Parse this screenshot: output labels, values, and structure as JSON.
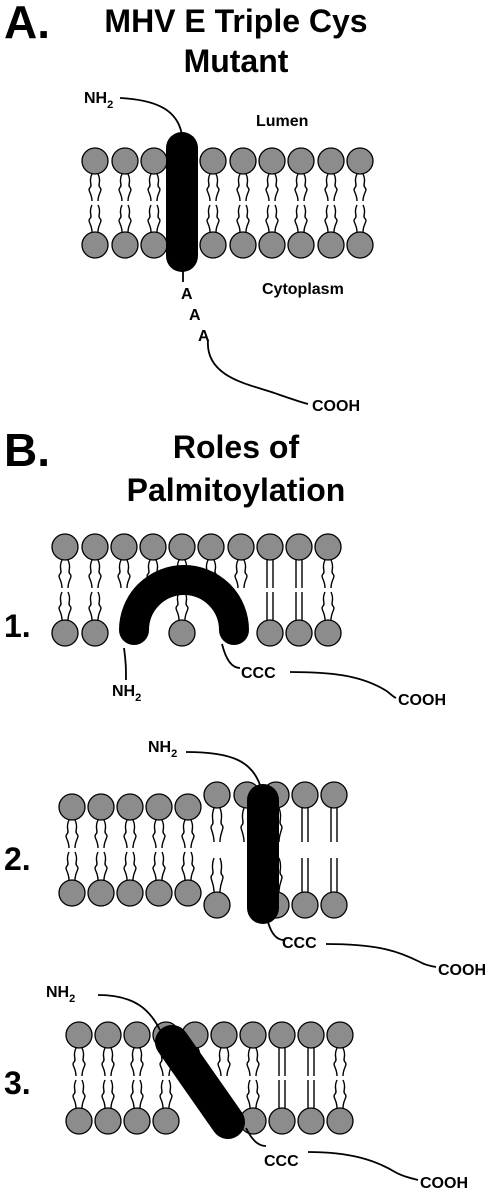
{
  "panel_a": {
    "letter": "A.",
    "title_line1": "MHV E Triple Cys",
    "title_line2": "Mutant",
    "nh2": "NH",
    "nh2_sub": "2",
    "lumen": "Lumen",
    "cytoplasm": "Cytoplasm",
    "residues": [
      "A",
      "A",
      "A"
    ],
    "cooh": "COOH"
  },
  "panel_b": {
    "letter": "B.",
    "title_line1": "Roles of",
    "title_line2": "Palmitoylation",
    "panels": [
      {
        "number": "1.",
        "nh2": "NH",
        "nh2_sub": "2",
        "ccc": "CCC",
        "cooh": "COOH"
      },
      {
        "number": "2.",
        "nh2": "NH",
        "nh2_sub": "2",
        "ccc": "CCC",
        "cooh": "COOH"
      },
      {
        "number": "3.",
        "nh2": "NH",
        "nh2_sub": "2",
        "ccc": "CCC",
        "cooh": "COOH"
      }
    ]
  },
  "colors": {
    "lipid_head": "#8c8c8c",
    "protein": "#000000",
    "background": "#ffffff"
  }
}
